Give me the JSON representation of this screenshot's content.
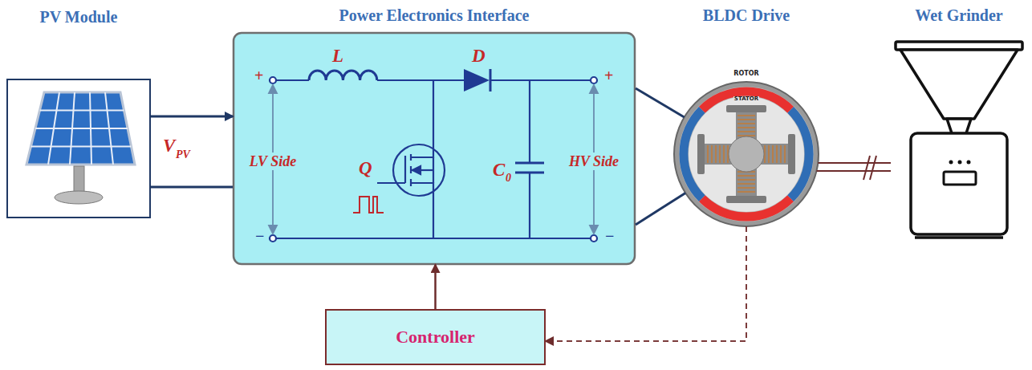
{
  "diagram": {
    "nodes": [
      {
        "text": [
          "PV Module"
        ]
      },
      {
        "text": [
          "Power Electronics Interface"
        ]
      },
      {
        "text": [
          "BLDC Drive"
        ]
      },
      {
        "text": [
          "Wet Grinder"
        ]
      },
      {
        "text": [
          "Controller"
        ]
      }
    ],
    "edges": [
      {
        "from": 0,
        "to": 1,
        "arrow": "to"
      },
      {
        "from": 0,
        "to": 1,
        "arrow": "none"
      },
      {
        "from": 1,
        "to": 2,
        "arrow": "none"
      },
      {
        "from": 1,
        "to": 2,
        "arrow": "none"
      },
      {
        "from": 2,
        "to": 3,
        "arrow": "none"
      },
      {
        "from": 4,
        "to": 1,
        "arrow": "to"
      },
      {
        "from": 2,
        "to": 4,
        "arrow": "to"
      }
    ],
    "labels": [
      "V",
      "PV",
      "+",
      "−",
      "LV Side",
      "L",
      "D",
      "Q",
      "C",
      "0",
      "HV Side",
      "+",
      "−",
      "ROTOR",
      "STATOR"
    ]
  }
}
